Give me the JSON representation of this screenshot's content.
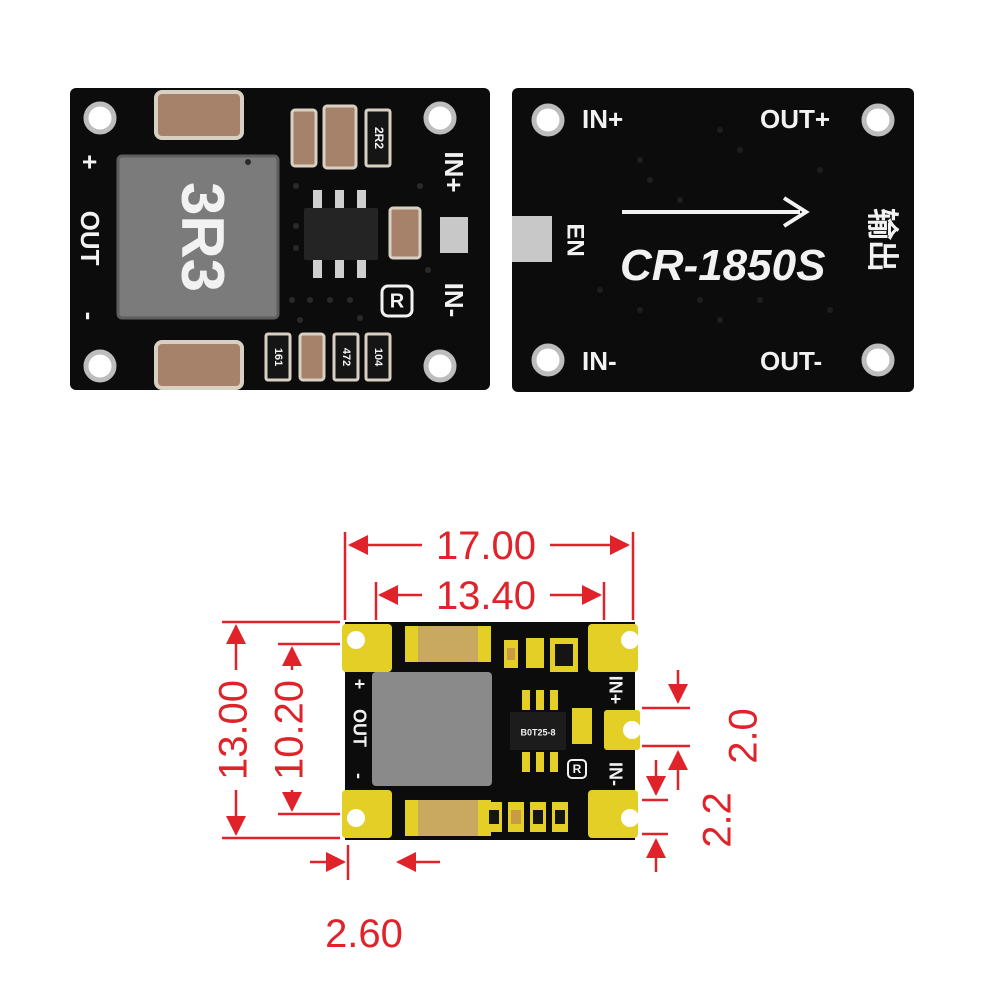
{
  "front": {
    "labels": {
      "out_plus": "+",
      "out_word": "OUT",
      "out_minus": "-",
      "in_plus": "IN+",
      "in_minus": "IN-",
      "inductor_code": "3R3",
      "resistor_code": "2R2",
      "code_161": "161",
      "code_472": "472",
      "code_104": "104",
      "logo": "R"
    }
  },
  "back": {
    "labels": {
      "in_plus": "IN+",
      "out_plus": "OUT+",
      "in_minus": "IN-",
      "out_minus": "OUT-",
      "en": "EN",
      "model": "CR-1850S",
      "chinese": "输出"
    }
  },
  "dimensions": {
    "width_outer": "17.00",
    "width_inner": "13.40",
    "height_outer": "13.00",
    "height_inner": "10.20",
    "pad_offset": "2.60",
    "pin_gap_a": "2.2",
    "pin_gap_b": "2.0",
    "ic_marking": "B0T25-8",
    "logo": "R",
    "board_labels": {
      "out_plus": "+",
      "out_word": "OUT",
      "out_minus": "-",
      "in_plus": "IN+",
      "in_minus": "IN-"
    }
  },
  "colors": {
    "pcb": "#0c0c0c",
    "silkscreen": "#f2f2f2",
    "pad_gold": "#e3cf25",
    "dimension_red": "#e0222a",
    "capacitor": "#a7826a",
    "inductor": "#7b7b7b"
  }
}
